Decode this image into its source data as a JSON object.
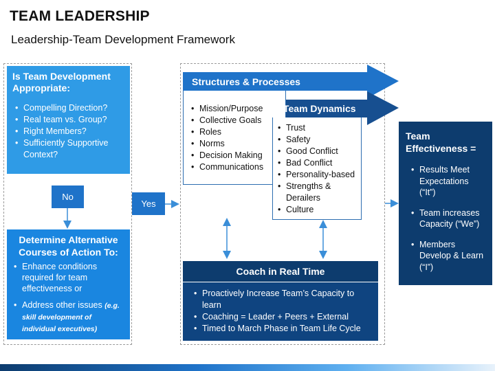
{
  "header": {
    "title": "TEAM LEADERSHIP",
    "subtitle": "Leadership-Team Development Framework"
  },
  "appropriate_box": {
    "heading": "Is Team Development Appropriate:",
    "items": [
      "Compelling Direction?",
      "Real team vs. Group?",
      "Right Members?",
      "Sufficiently Supportive Context?"
    ]
  },
  "no_label": "No",
  "yes_label": "Yes",
  "alternative_box": {
    "heading": "Determine Alternative Courses of Action To:",
    "item1": "Enhance conditions required for team effectiveness or",
    "item2_main": "Address other issues ",
    "item2_italic": "(e.g. skill development of individual executives)"
  },
  "structures": {
    "heading": "Structures & Processes",
    "items": [
      "Mission/Purpose",
      "Collective Goals",
      "Roles",
      "Norms",
      "Decision Making",
      "Communications"
    ]
  },
  "dynamics": {
    "heading": "Team Dynamics",
    "items": [
      "Trust",
      "Safety",
      "Good Conflict",
      "Bad Conflict",
      "Personality-based",
      "Strengths & Derailers",
      "Culture"
    ]
  },
  "coach": {
    "heading": "Coach in Real Time",
    "items": [
      "Proactively Increase Team’s Capacity to learn",
      "Coaching = Leader + Peers + External",
      "Timed to March Phase in Team Life Cycle"
    ]
  },
  "effectiveness": {
    "heading": "Team Effectiveness =",
    "items": [
      "Results Meet Expectations (“It”)",
      "Team increases Capacity (“We”)",
      "Members Develop & Learn (“I”)"
    ]
  },
  "colors": {
    "light_blue": "#2f9be6",
    "mid_blue": "#1f73c9",
    "dark_navy": "#0d3c6e"
  }
}
